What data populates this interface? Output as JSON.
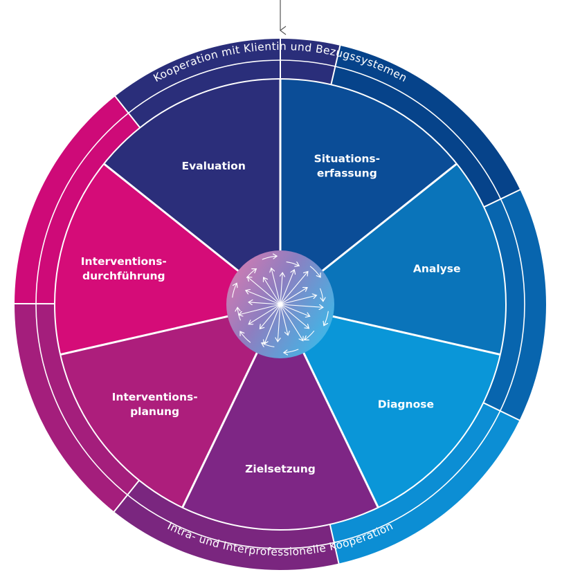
{
  "diagram": {
    "outer_ring_top": "Kooperation mit Klientin und Bezugssystemen",
    "outer_ring_bottom": "Intra- und Interprofessionelle Kooperation",
    "segments": [
      {
        "id": "situationserfassung",
        "lines": [
          "Situations-",
          "erfassung"
        ],
        "color": "#0B4D97",
        "outer": "#06438A"
      },
      {
        "id": "analyse",
        "lines": [
          "Analyse"
        ],
        "color": "#0A74BA",
        "outer": "#0865AE"
      },
      {
        "id": "diagnose",
        "lines": [
          "Diagnose"
        ],
        "color": "#0A96D8",
        "outer": "#0C8ED4"
      },
      {
        "id": "zielsetzung",
        "lines": [
          "Zielsetzung"
        ],
        "color": "#7E2685",
        "outer": "#7A267F"
      },
      {
        "id": "interventionsplanung",
        "lines": [
          "Interventions-",
          "planung"
        ],
        "color": "#AD1E7C",
        "outer": "#A41E7C"
      },
      {
        "id": "interventionsdurchfuehrung",
        "lines": [
          "Interventions-",
          "durchführung"
        ],
        "color": "#D50C78",
        "outer": "#CE0A78"
      },
      {
        "id": "evaluation",
        "lines": [
          "Evaluation"
        ],
        "color": "#2B2E7A",
        "outer": "#2A2E7A"
      }
    ]
  }
}
